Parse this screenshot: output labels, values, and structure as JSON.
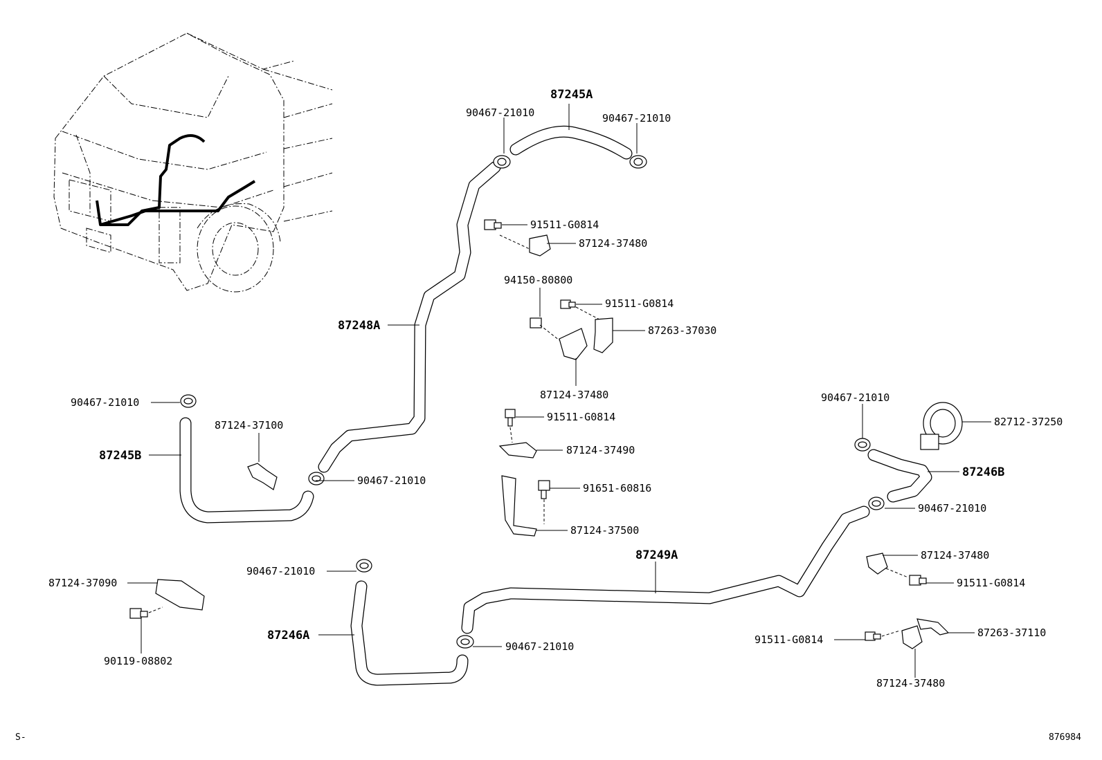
{
  "labels": {
    "l_87245A": "87245A",
    "l_90467_a": "90467-21010",
    "l_90467_b": "90467-21010",
    "l_91511_a": "91511-G0814",
    "l_87124_37480_a": "87124-37480",
    "l_94150": "94150-80800",
    "l_91511_b": "91511-G0814",
    "l_87263_37030": "87263-37030",
    "l_87248A": "87248A",
    "l_87124_37480_b": "87124-37480",
    "l_90467_c": "90467-21010",
    "l_87124_37100": "87124-37100",
    "l_87245B": "87245B",
    "l_90467_d": "90467-21010",
    "l_91511_c": "91511-G0814",
    "l_87124_37490": "87124-37490",
    "l_91651": "91651-60816",
    "l_87124_37500": "87124-37500",
    "l_90467_e": "90467-21010",
    "l_82712": "82712-37250",
    "l_87246B": "87246B",
    "l_90467_f": "90467-21010",
    "l_87249A": "87249A",
    "l_87124_37480_c": "87124-37480",
    "l_91511_d": "91511-G0814",
    "l_90467_g": "90467-21010",
    "l_87124_37090": "87124-37090",
    "l_87246A": "87246A",
    "l_90467_h": "90467-21010",
    "l_90119": "90119-08802",
    "l_91511_e": "91511-G0814",
    "l_87263_37110": "87263-37110",
    "l_87124_37480_d": "87124-37480"
  },
  "footer": {
    "left_code": "S-",
    "right_code": "876984"
  },
  "colors": {
    "ink": "#000000",
    "paper": "#ffffff"
  }
}
